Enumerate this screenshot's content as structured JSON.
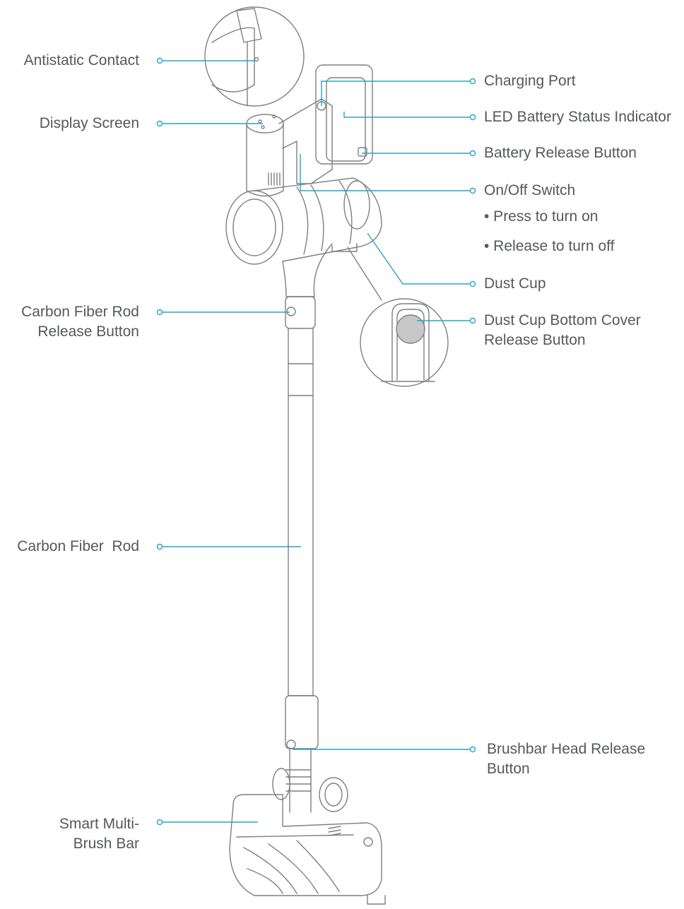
{
  "accent_color": "#29a3c9",
  "labels": {
    "antistatic_contact": "Antistatic Contact",
    "display_screen": "Display Screen",
    "carbon_rod_release": [
      "Carbon Fiber Rod",
      "Release Button"
    ],
    "carbon_rod": "Carbon Fiber  Rod",
    "smart_brush_bar": [
      "Smart Multi-",
      "Brush Bar"
    ],
    "charging_port": "Charging Port",
    "led_indicator": "LED Battery Status Indicator",
    "battery_release": "Battery Release Button",
    "onoff_switch": "On/Off Switch",
    "press_on": "• Press to turn on",
    "release_off": "• Release to turn off",
    "dust_cup": "Dust Cup",
    "dust_cup_cover": [
      "Dust Cup Bottom Cover",
      "Release Button"
    ],
    "brushbar_release": [
      "Brushbar Head Release",
      "Button"
    ]
  }
}
